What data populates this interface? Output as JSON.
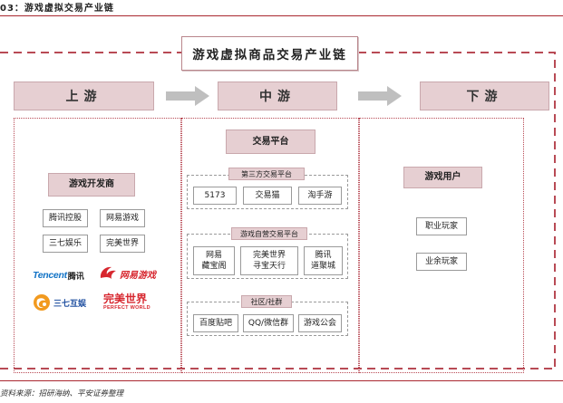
{
  "caption": "03：游戏虚拟交易产业链",
  "chain_title": "游戏虚拟商品交易产业链",
  "stages": {
    "upstream": "上游",
    "midstream": "中游",
    "downstream": "下游"
  },
  "upstream": {
    "title": "游戏开发商",
    "developers": [
      "腾讯控股",
      "网易游戏",
      "三七娱乐",
      "完美世界"
    ],
    "logos": {
      "tencent_en": "Tencent",
      "tencent_cn": "腾讯",
      "netease": "网易游戏",
      "sanqi": "三七互娱",
      "perfect_cn": "完美世界",
      "perfect_en": "PERFECT WORLD"
    }
  },
  "midstream": {
    "title": "交易平台",
    "groups": [
      {
        "label": "第三方交易平台",
        "items": [
          "5173",
          "交易猫",
          "淘手游"
        ]
      },
      {
        "label": "游戏自营交易平台",
        "items": [
          "网易\n藏宝阁",
          "完美世界\n寻宝天行",
          "腾讯\n道聚城"
        ]
      },
      {
        "label": "社区/社群",
        "items": [
          "百度贴吧",
          "QQ/微信群",
          "游戏公会"
        ]
      }
    ]
  },
  "downstream": {
    "title": "游戏用户",
    "users": [
      "职业玩家",
      "业余玩家"
    ]
  },
  "source": "资料来源：招研海纳、平安证券整理",
  "colors": {
    "accent_red": "#a9272f",
    "panel_border": "#b84a55",
    "shade": "#e6cfd2",
    "arrow_gray": "#bfbfbf",
    "tencent_blue": "#1273c6",
    "logo_red": "#d7272f"
  }
}
